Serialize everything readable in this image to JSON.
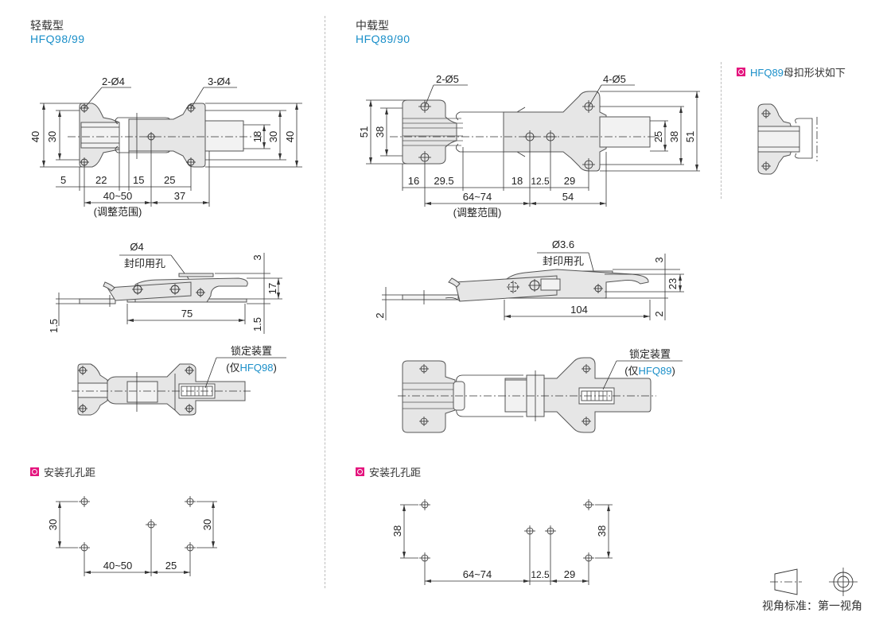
{
  "left": {
    "title": "轻载型",
    "model": "HFQ98/99",
    "top_view": {
      "hole_left": "2-Ø4",
      "hole_right": "3-Ø4",
      "dims_left": [
        "40",
        "30"
      ],
      "dims_right": [
        "18",
        "30",
        "40"
      ],
      "dims_bottom_row1": [
        "5",
        "22",
        "15",
        "25"
      ],
      "dims_bottom_row2": [
        "40~50",
        "37"
      ],
      "adjust_note": "(调整范围)"
    },
    "side_view": {
      "seal_hole_dia": "Ø4",
      "seal_hole_label": "封印用孔",
      "dims": [
        "3",
        "17",
        "75",
        "1.5",
        "1.5"
      ]
    },
    "lock_view": {
      "lock_label": "锁定装置",
      "lock_prefix": "(仅",
      "lock_model": "HFQ98",
      "lock_suffix": ")"
    },
    "hole_spacing": {
      "heading": "安装孔孔距",
      "dims": [
        "30",
        "30",
        "40~50",
        "25"
      ]
    }
  },
  "middle": {
    "title": "中载型",
    "model": "HFQ89/90",
    "top_view": {
      "hole_left": "2-Ø5",
      "hole_right": "4-Ø5",
      "dims_left": [
        "51",
        "38"
      ],
      "dims_right": [
        "25",
        "38",
        "51"
      ],
      "dims_bottom_row1": [
        "16",
        "29.5",
        "18",
        "12.5",
        "29"
      ],
      "dims_bottom_row2": [
        "64~74",
        "54"
      ],
      "adjust_note": "(调整范围)"
    },
    "side_view": {
      "seal_hole_dia": "Ø3.6",
      "seal_hole_label": "封印用孔",
      "dims": [
        "3",
        "23",
        "104",
        "2",
        "2"
      ]
    },
    "lock_view": {
      "lock_label": "锁定装置",
      "lock_prefix": "(仅",
      "lock_model": "HFQ89",
      "lock_suffix": ")"
    },
    "hole_spacing": {
      "heading": "安装孔孔距",
      "dims": [
        "38",
        "38",
        "64~74",
        "12.5",
        "29"
      ]
    }
  },
  "right": {
    "note_model": "HFQ89",
    "note_text": "母扣形状如下"
  },
  "projection": {
    "label": "视角标准：第一视角"
  },
  "colors": {
    "accent_blue": "#1a8fc9",
    "marker_pink": "#e4157e",
    "part_fill": "#e6e6e6"
  }
}
